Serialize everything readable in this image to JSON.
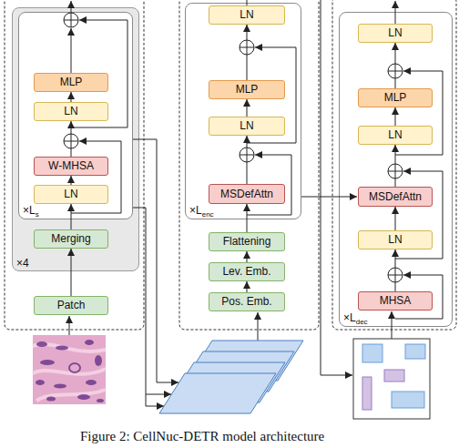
{
  "diagram": {
    "caption": "Figure 2: CellNuc-DETR model architecture",
    "nodes": [
      {
        "text": [
          "×4"
        ]
      },
      {
        "text": [
          "×L",
          "s"
        ],
        "in": 0
      },
      {
        "text": [
          "MLP"
        ],
        "in": 1
      },
      {
        "text": [
          "LN"
        ],
        "in": 1
      },
      {
        "text": [
          "W-MHSA"
        ],
        "in": 1
      },
      {
        "text": [
          "LN"
        ],
        "in": 1
      },
      {
        "text": [
          "Merging"
        ],
        "in": 0
      },
      {
        "text": [
          "Patch"
        ]
      },
      {
        "text": [
          "×L",
          "enc"
        ]
      },
      {
        "text": [
          "LN"
        ],
        "in": 8
      },
      {
        "text": [
          "MLP"
        ],
        "in": 8
      },
      {
        "text": [
          "LN"
        ],
        "in": 8
      },
      {
        "text": [
          "MSDefAttn"
        ],
        "in": 8
      },
      {
        "text": [
          "Flattening"
        ]
      },
      {
        "text": [
          "Lev. Emb."
        ]
      },
      {
        "text": [
          "Pos. Emb."
        ]
      },
      {
        "text": [
          "×L",
          "dec"
        ]
      },
      {
        "text": [
          "LN"
        ],
        "in": 16
      },
      {
        "text": [
          "MLP"
        ],
        "in": 16
      },
      {
        "text": [
          "LN"
        ],
        "in": 16
      },
      {
        "text": [
          "MSDefAttn"
        ],
        "in": 16
      },
      {
        "text": [
          "LN"
        ],
        "in": 16
      },
      {
        "text": [
          "MHSA"
        ],
        "in": 16
      }
    ],
    "edges": [
      {
        "from": 7,
        "to": 6,
        "arrow": "to"
      },
      {
        "from": 6,
        "to": 5,
        "arrow": "to"
      },
      {
        "from": 5,
        "to": 4,
        "arrow": "to"
      },
      {
        "from": 4,
        "to": 3,
        "arrow": "to"
      },
      {
        "from": 3,
        "to": 2,
        "arrow": "to"
      },
      {
        "from": 15,
        "to": 14,
        "arrow": "to"
      },
      {
        "from": 14,
        "to": 13,
        "arrow": "to"
      },
      {
        "from": 13,
        "to": 12,
        "arrow": "to"
      },
      {
        "from": 12,
        "to": 11,
        "arrow": "to"
      },
      {
        "from": 11,
        "to": 10,
        "arrow": "to"
      },
      {
        "from": 10,
        "to": 9,
        "arrow": "to"
      },
      {
        "from": 22,
        "to": 21,
        "arrow": "to"
      },
      {
        "from": 21,
        "to": 20,
        "arrow": "to"
      },
      {
        "from": 20,
        "to": 19,
        "arrow": "to"
      },
      {
        "from": 19,
        "to": 18,
        "arrow": "to"
      },
      {
        "from": 18,
        "to": 17,
        "arrow": "to"
      }
    ]
  }
}
